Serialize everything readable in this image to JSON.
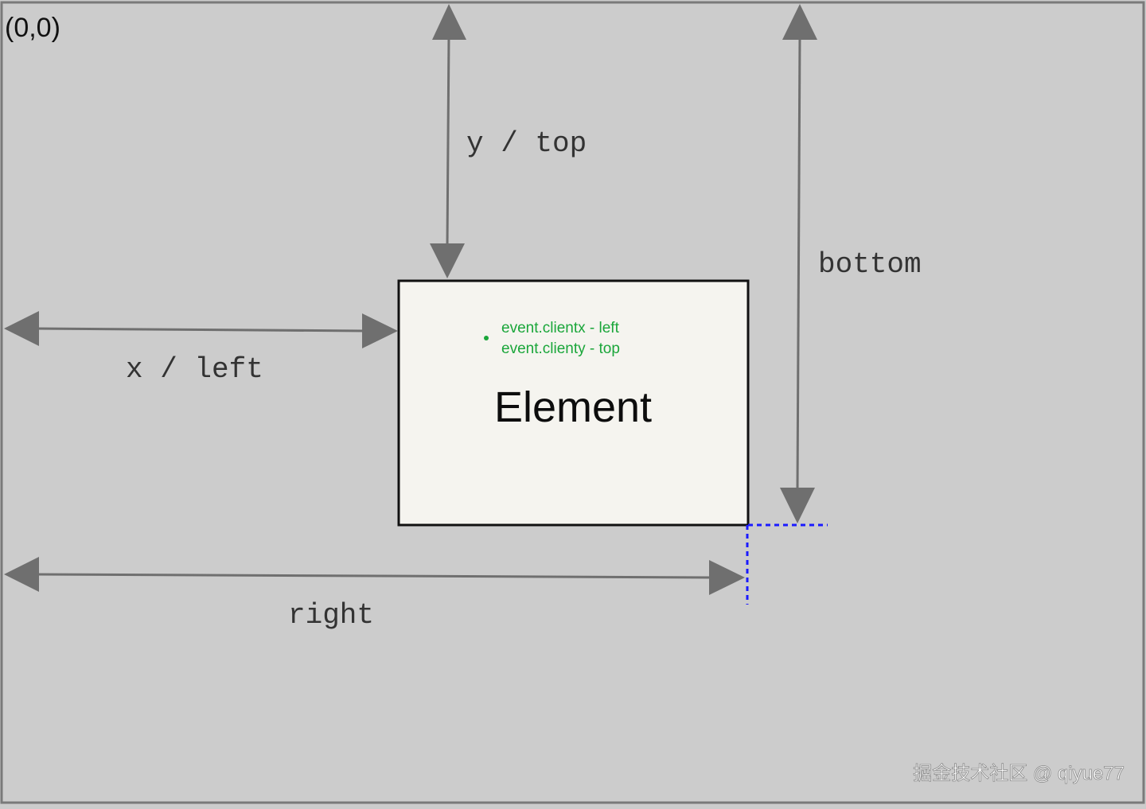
{
  "origin_label": "(0,0)",
  "element": {
    "label": "Element",
    "annotation_line_1": "event.clientx - left",
    "annotation_line_2": "event.clienty - top"
  },
  "dimensions": {
    "top_label": "y / top",
    "left_label": "x / left",
    "bottom_label": "bottom",
    "right_label": "right"
  },
  "watermark": "掘金技术社区 @ qiyue77",
  "colors": {
    "background": "#cccccc",
    "element_fill": "#f5f4ef",
    "arrow": "#6f6f6f",
    "annotation": "#1aa63a",
    "guide": "#1a1aff"
  }
}
